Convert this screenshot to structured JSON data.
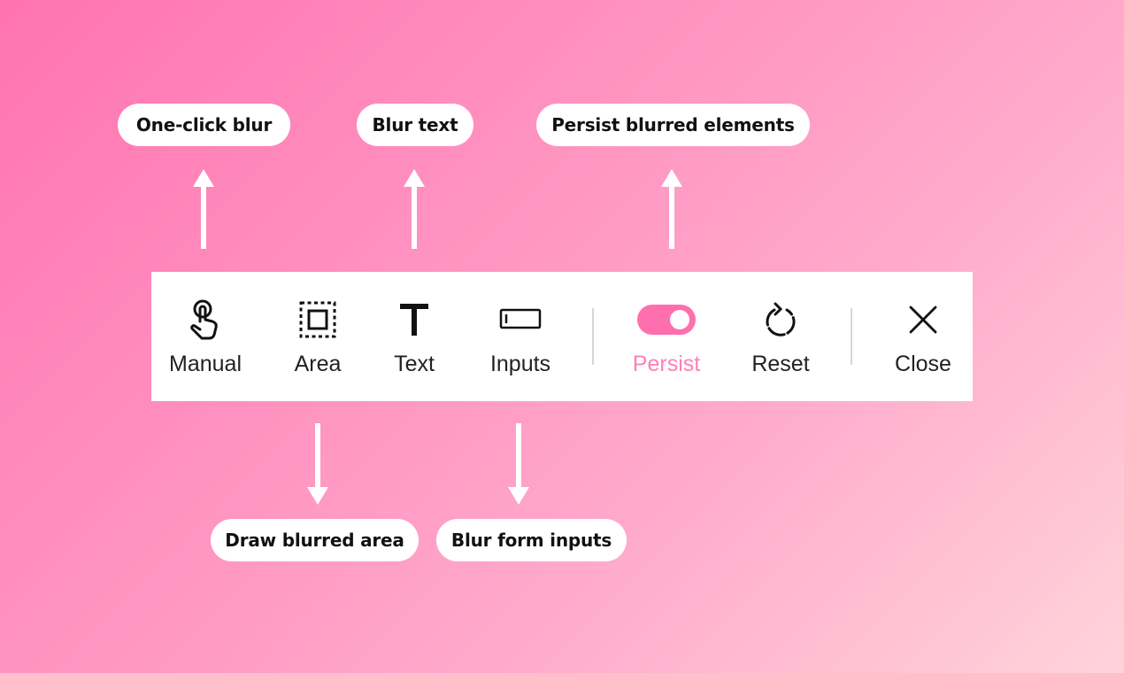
{
  "colors": {
    "accent": "#ff6fae",
    "accent_text": "#ff7fb6",
    "toolbar_bg": "#ffffff",
    "label_text": "#222222",
    "divider": "#d6d6d6"
  },
  "callouts": {
    "top": [
      {
        "label": "One-click blur",
        "target": "Manual"
      },
      {
        "label": "Blur text",
        "target": "Text"
      },
      {
        "label": "Persist blurred elements",
        "target": "Persist"
      }
    ],
    "bottom": [
      {
        "label": "Draw blurred area",
        "target": "Area"
      },
      {
        "label": "Blur form inputs",
        "target": "Inputs"
      }
    ]
  },
  "toolbar": {
    "items": [
      {
        "label": "Manual",
        "icon": "hand-pointer-icon"
      },
      {
        "label": "Area",
        "icon": "dashed-square-icon"
      },
      {
        "label": "Text",
        "icon": "text-t-icon"
      },
      {
        "label": "Inputs",
        "icon": "input-field-icon"
      },
      {
        "label": "Persist",
        "icon": "toggle-icon",
        "state": "on"
      },
      {
        "label": "Reset",
        "icon": "reset-icon"
      },
      {
        "label": "Close",
        "icon": "close-icon"
      }
    ]
  }
}
